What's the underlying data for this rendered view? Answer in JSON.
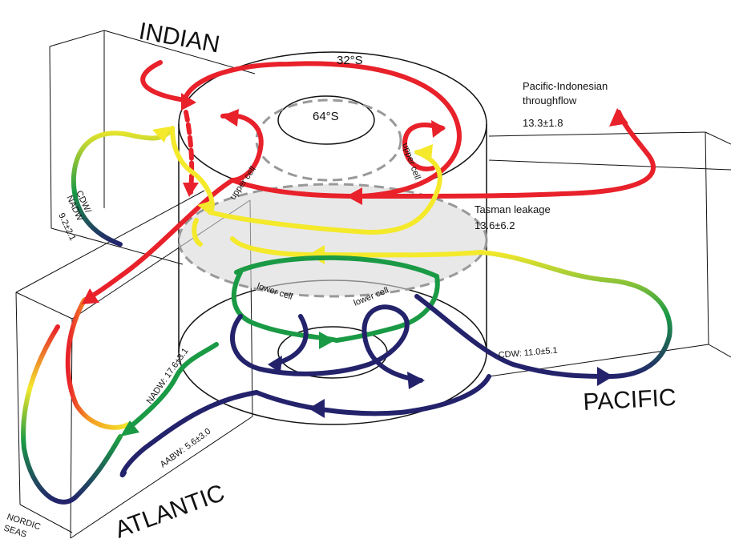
{
  "basins": {
    "indian": "INDIAN",
    "pacific": "PACIFIC",
    "atlantic": "ATLANTIC"
  },
  "latitudes": {
    "north": "32°S",
    "south": "64°S"
  },
  "cells": {
    "upper_left": "upper cell",
    "upper_right": "upper cell",
    "lower_left": "lower cell",
    "lower_right": "lower cell"
  },
  "transports": {
    "pacific_indonesian_title1": "Pacific-Indonesian",
    "pacific_indonesian_title2": "throughflow",
    "pacific_indonesian_value": "13.3±1.8",
    "tasman_title": "Tasman leakage",
    "tasman_value": "13.6±6.2",
    "cdw_nadw_1": "CDW/",
    "cdw_nadw_2": "NADW",
    "cdw_nadw_value": "9.2±2.1",
    "nadw": "NADW: 17.6±3.1",
    "aabw": "AABW: 5.6±3.0",
    "cdw_pacific": "CDW: 11.0±5.1",
    "nordic_1": "NORDIC",
    "nordic_2": "SEAS"
  },
  "colors": {
    "upper": "#e8212a",
    "intermediate": "#f4e92b",
    "deep": "#1a9a45",
    "bottom": "#23226b",
    "dashed": "#999999"
  }
}
